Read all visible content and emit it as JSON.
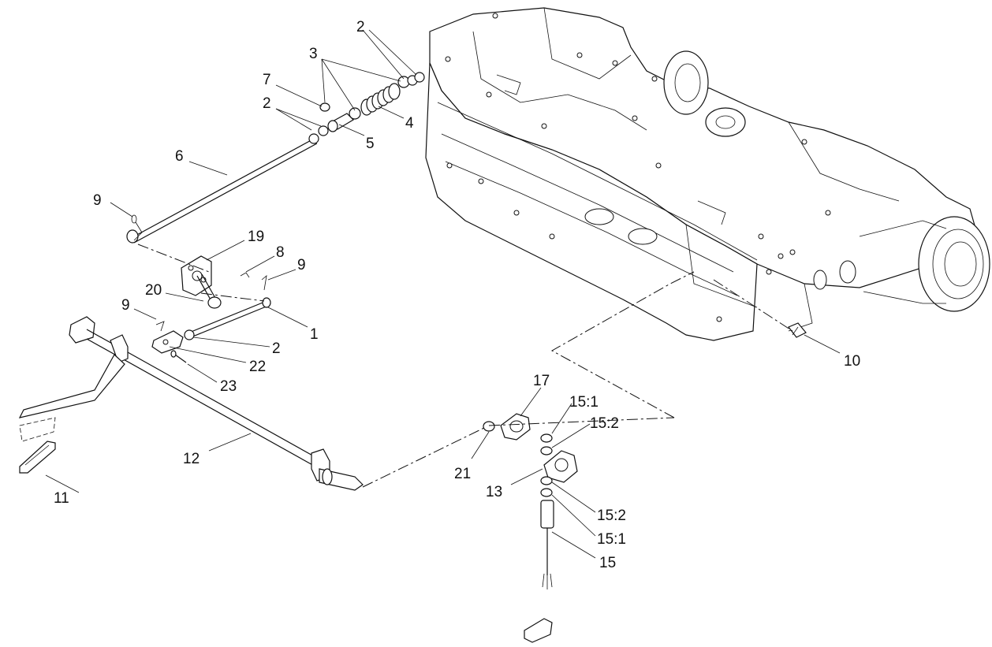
{
  "callouts": {
    "c1": "1",
    "c2a": "2",
    "c2b": "2",
    "c2c": "2",
    "c3": "3",
    "c4": "4",
    "c5": "5",
    "c6": "6",
    "c7": "7",
    "c8": "8",
    "c9a": "9",
    "c9b": "9",
    "c9c": "9",
    "c10": "10",
    "c11": "11",
    "c12": "12",
    "c13": "13",
    "c15": "15",
    "c15_1a": "15:1",
    "c15_2a": "15:2",
    "c15_2b": "15:2",
    "c15_1b": "15:1",
    "c17": "17",
    "c19": "19",
    "c20": "20",
    "c21": "21",
    "c22": "22",
    "c23": "23"
  }
}
